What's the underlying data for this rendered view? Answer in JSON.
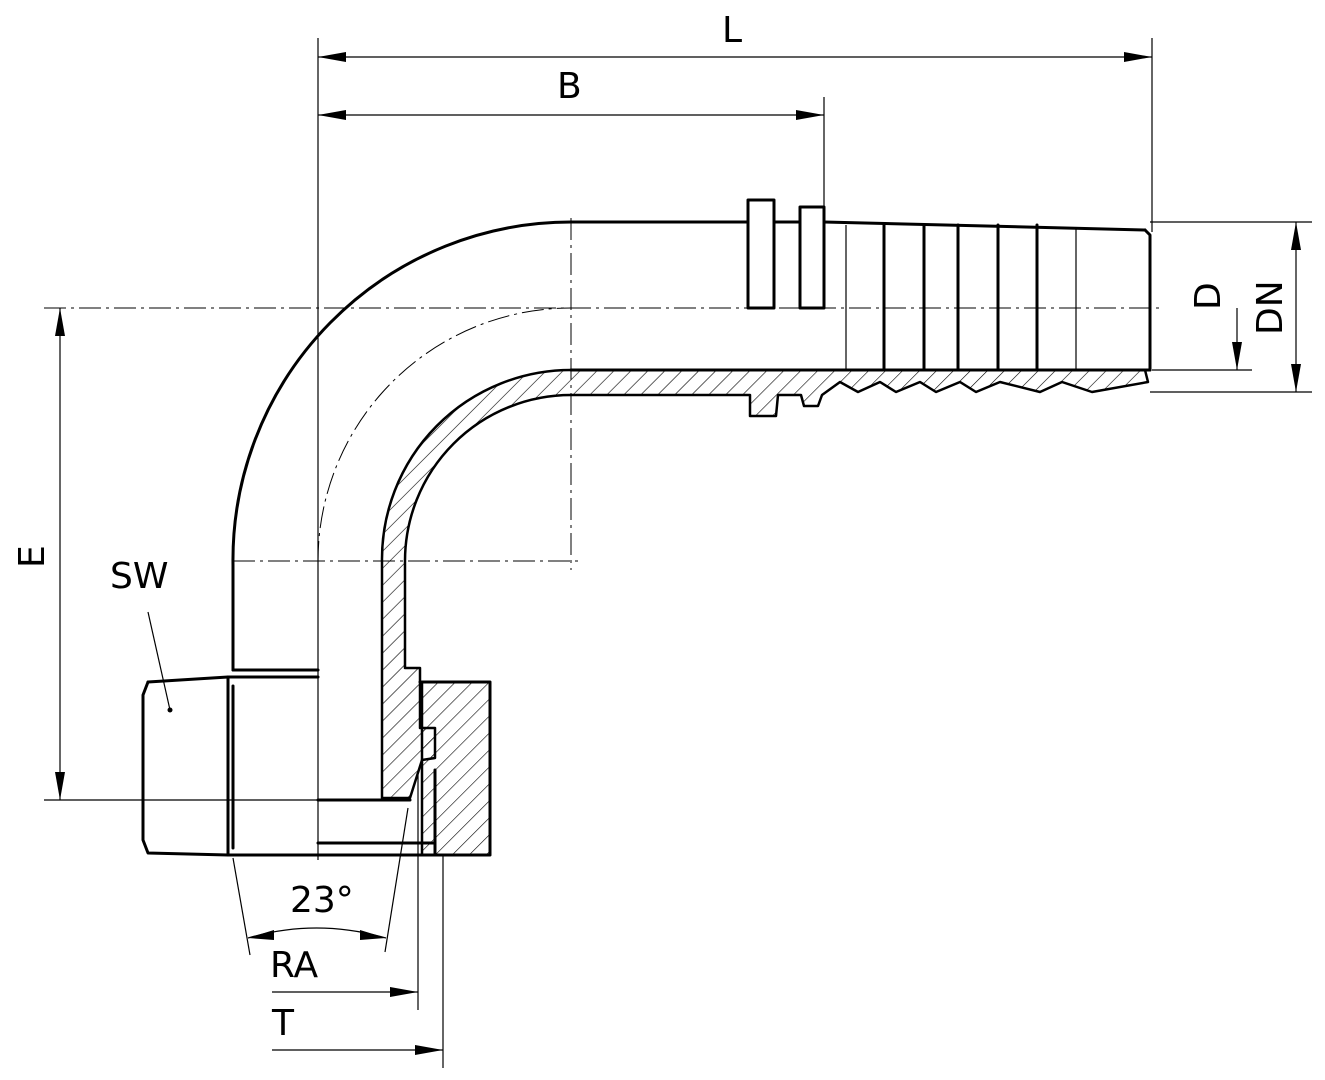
{
  "labels": {
    "L": "L",
    "B": "B",
    "D": "D",
    "DN": "DN",
    "E": "E",
    "SW": "SW",
    "angle": "23°",
    "RA": "RA",
    "T": "T"
  },
  "colors": {
    "line": "#000000",
    "background": "#ffffff"
  }
}
